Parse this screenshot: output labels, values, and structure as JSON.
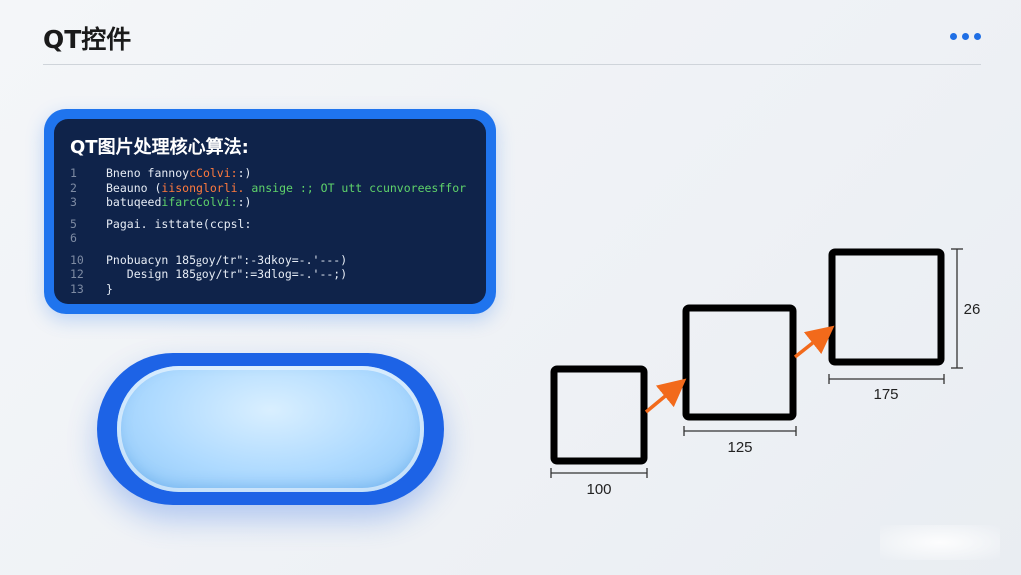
{
  "header": {
    "title": "QT控件"
  },
  "code_panel": {
    "title": "QT图片处理核心算法:",
    "lines": [
      {
        "n": "1",
        "pre": "Bneno fannoy",
        "hl": "cColvi:",
        "post": ":)",
        "hl_color": "orange"
      },
      {
        "n": "2",
        "pre": "Beauno (",
        "hl": "iisonglorli.",
        "post": " ansige :; OT utt ccunvoreesffor",
        "hl_color": "orange"
      },
      {
        "n": "3",
        "pre": "batuqeed",
        "hl": "ifarcColvi:",
        "post": ":)",
        "hl_color": "green"
      },
      {
        "n": "5",
        "text": "Pagai. isttate(ccpsl:"
      },
      {
        "n": "6",
        "text": ""
      },
      {
        "n": "10",
        "text": "Pnobuacyn 185ǥoy/tr\":-3dkoy=-.'---)"
      },
      {
        "n": "12",
        "text": "   Design 185ǥoy/tr\":=3dlog=-.'--;)"
      },
      {
        "n": "13",
        "text": "}"
      }
    ]
  },
  "diagram": {
    "boxes": [
      {
        "label": "100"
      },
      {
        "label": "125"
      },
      {
        "label": "175"
      }
    ],
    "height_label": "26",
    "arrow_color": "#f26a1b"
  }
}
